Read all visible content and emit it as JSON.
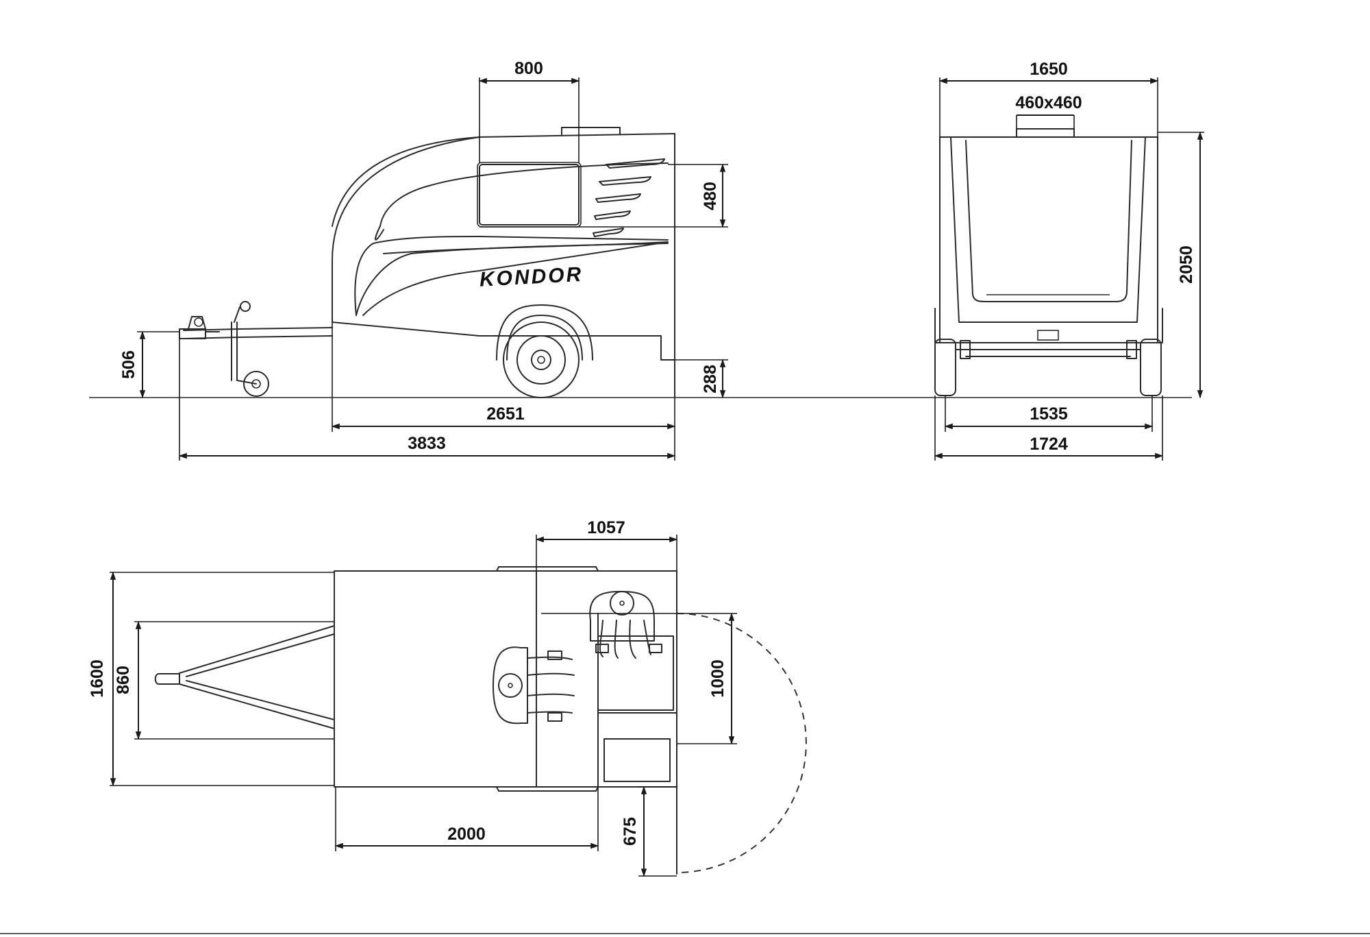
{
  "colors": {
    "line": "#2a2a2a",
    "background": "#ffffff"
  },
  "side_view": {
    "brand": "KONDOR",
    "dim_window_width": "800",
    "dim_window_height": "480",
    "dim_hitch_height": "506",
    "dim_ground_clearance": "288",
    "dim_body_length": "2651",
    "dim_total_length": "3833"
  },
  "rear_view": {
    "dim_top_width": "1650",
    "dim_roof_hatch": "460x460",
    "dim_total_height": "2050",
    "dim_track_width": "1535",
    "dim_total_width": "1724"
  },
  "top_view": {
    "dim_kitchen_length": "1057",
    "dim_total_width": "1600",
    "dim_drawbar_width": "860",
    "dim_door_width": "1000",
    "dim_door_offset": "675",
    "dim_axle_position": "2000"
  }
}
